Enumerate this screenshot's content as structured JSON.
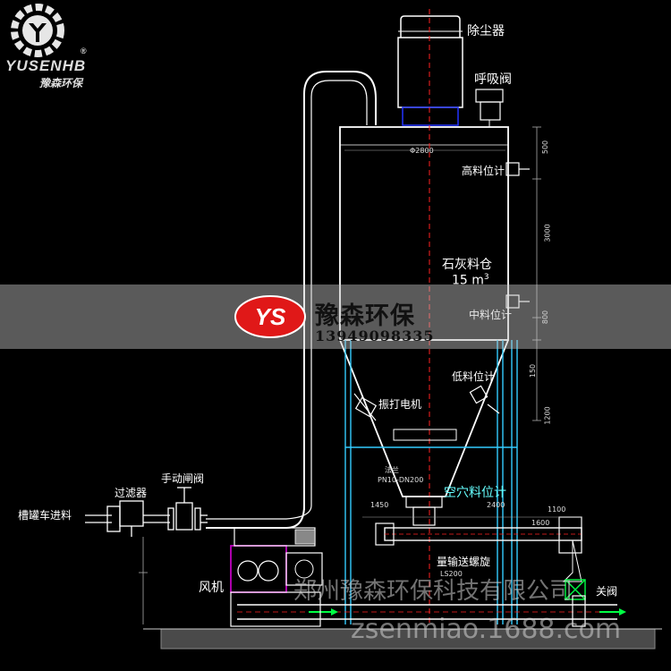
{
  "logo": {
    "brand": "YUSENHB",
    "registered": "®",
    "chinese": "豫森环保"
  },
  "labels": {
    "dust_collector": "除尘器",
    "breather_valve": "呼吸阀",
    "high_level": "高料位计",
    "silo_name": "石灰料仓",
    "silo_volume": "15 m",
    "silo_volume_sup": "3",
    "mid_level": "中料位计",
    "low_level": "低料位计",
    "vibrator": "振打电机",
    "flange": "法兰",
    "flange_spec": "PN10-DN200",
    "air_level": "空穴料位计",
    "filter": "过滤器",
    "manual_valve": "手动闸阀",
    "tanker_feed": "槽罐车进料",
    "fan": "风机",
    "screw": "量输送螺旋",
    "screw_sub": "LS200",
    "valve_right": "关阀"
  },
  "dims": {
    "d_top": "Φ2800",
    "h_main": "3000",
    "h1": "500",
    "h2": "800",
    "h3": "150",
    "h4": "1200",
    "d1": "1450",
    "d2": "2400",
    "d3": "1600",
    "d4": "1100"
  },
  "overlay": {
    "badge": "YS",
    "company": "豫森环保",
    "phone": "13949098335",
    "watermark_company": "郑州豫森环保科技有限公司",
    "watermark_url": "zsenmiao.1688.com"
  },
  "colors": {
    "line": "#ffffff",
    "cyan": "#33ccff",
    "green": "#00ff44",
    "magenta": "#c000c0",
    "blue": "#2233ff",
    "red_axis": "#ff2222",
    "badge": "#e01818"
  }
}
